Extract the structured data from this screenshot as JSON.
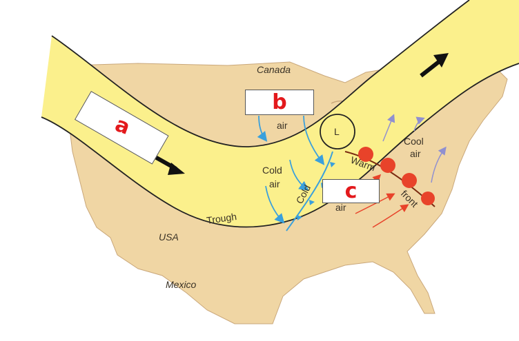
{
  "labels": {
    "canada": "Canada",
    "usa": "USA",
    "mexico": "Mexico",
    "trough": "Trough",
    "cold_air_line1": "Cold",
    "cold_air_line2": "air",
    "b_air": "air",
    "cold_front": "Cold",
    "c_air": "air",
    "warm": "Warm",
    "front": "front",
    "cool_air_line1": "Cool",
    "cool_air_line2": "air",
    "low": "L"
  },
  "answer_boxes": {
    "a": "a",
    "b": "b",
    "c": "c"
  },
  "colors": {
    "land": "#f0d6a4",
    "jet_stream": "#fbf08c",
    "cold_arrow": "#3aa0dc",
    "warm_arrow": "#e8432a",
    "cool_arrow": "#9090d0",
    "handwriting": "#e3191c"
  }
}
